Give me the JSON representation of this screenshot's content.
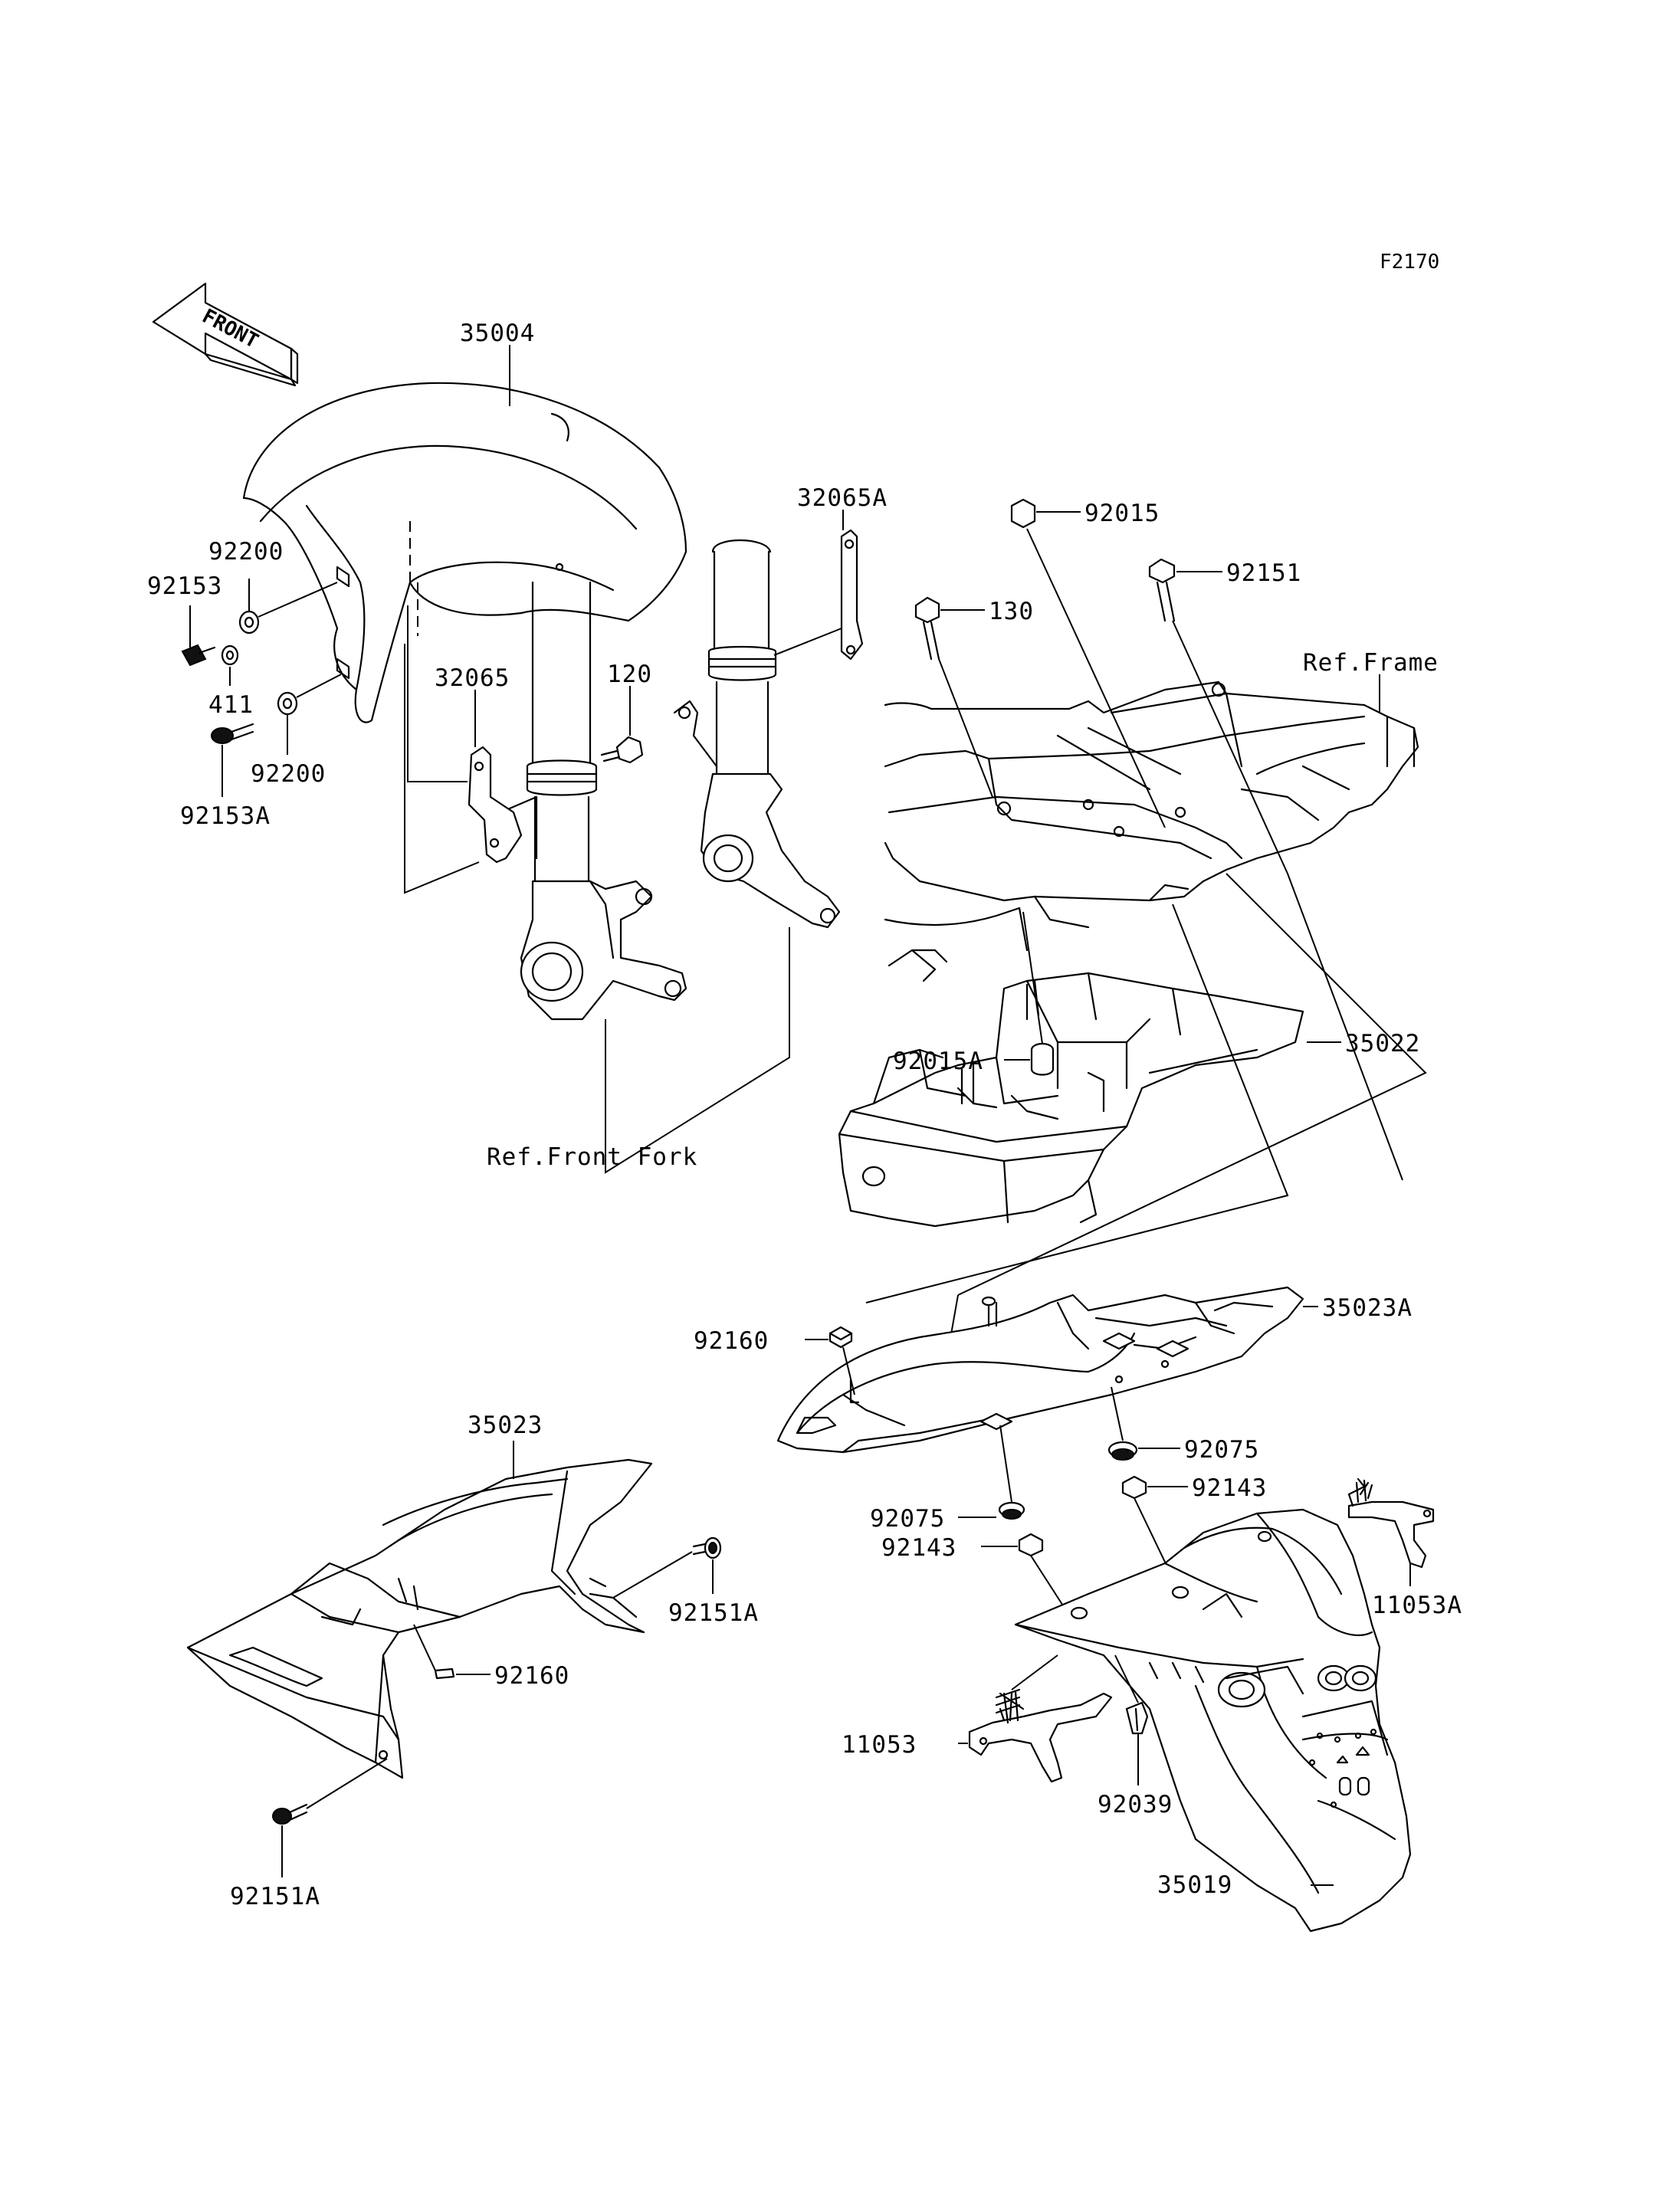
{
  "figure_code": "F2170",
  "front_arrow_text": "FRONT",
  "labels": {
    "p35004": "35004",
    "p92200_top": "92200",
    "p92153": "92153",
    "p411": "411",
    "p92200_bottom": "92200",
    "p92153A": "92153A",
    "p32065": "32065",
    "p120": "120",
    "p32065A": "32065A",
    "ref_front_fork": "Ref.Front Fork",
    "p92015": "92015",
    "p92151": "92151",
    "p130": "130",
    "ref_frame": "Ref.Frame",
    "p92015A": "92015A",
    "p35022": "35022",
    "p92160_right": "92160",
    "p35023A": "35023A",
    "p92075_right": "92075",
    "p92075_left": "92075",
    "p92143_right": "92143",
    "p92143_left": "92143",
    "p35023": "35023",
    "p92151A_right": "92151A",
    "p92160_left": "92160",
    "p92151A_bottom": "92151A",
    "p11053A": "11053A",
    "p11053": "11053",
    "p92039": "92039",
    "p35019": "35019"
  }
}
